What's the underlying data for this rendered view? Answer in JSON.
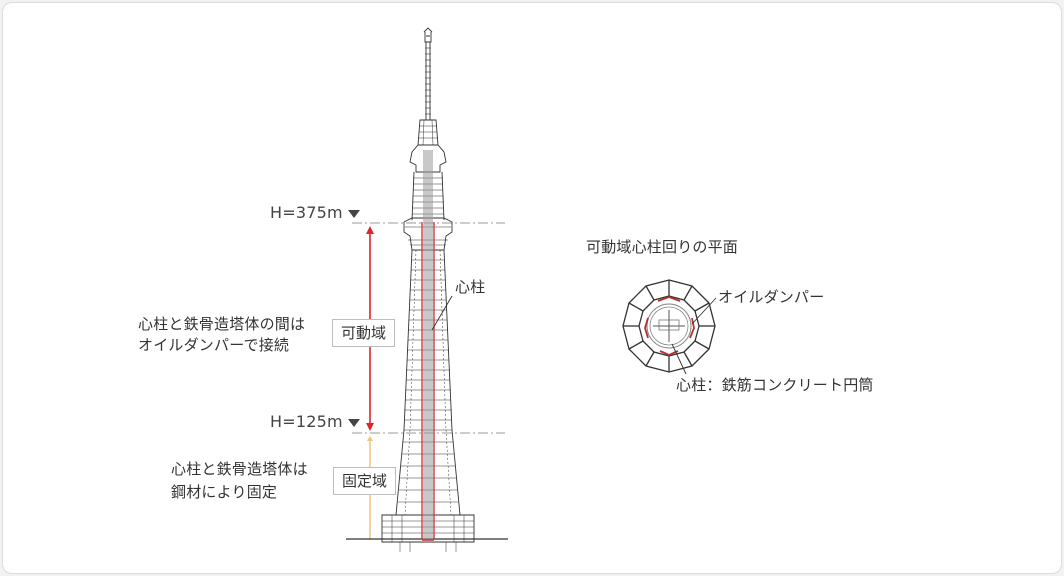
{
  "diagram": {
    "elevation_marks": {
      "top": "H=375m",
      "bottom": "H=125m"
    },
    "zones": {
      "movable": {
        "label": "可動域",
        "description_line1": "心柱と鉄骨造塔体の間は",
        "description_line2": "オイルダンパーで接続",
        "arrow_color": "#e0242b"
      },
      "fixed": {
        "label": "固定域",
        "description_line1": "心柱と鉄骨造塔体は",
        "description_line2": "鋼材により固定",
        "arrow_color": "#f2c27a"
      }
    },
    "tower_callout": "心柱",
    "plan_view": {
      "title": "可動域心柱回りの平面",
      "callout_damper": "オイルダンパー",
      "callout_core": "心柱：鉄筋コンクリート円筒"
    },
    "colors": {
      "core_line": "#d33a3a",
      "structure": "#333333",
      "guide_line": "#9a9a9a"
    }
  }
}
